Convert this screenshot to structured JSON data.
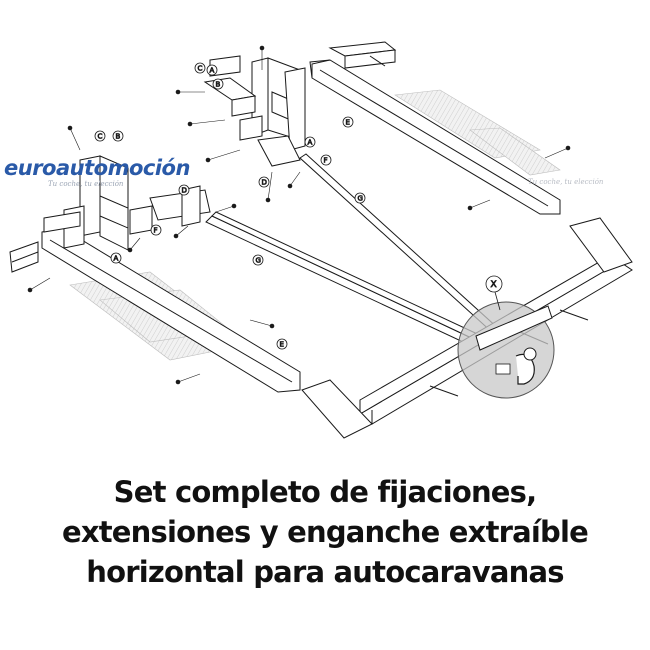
{
  "logo": {
    "brand": "euroautomoción",
    "tagline": "Tu coche, tu elección"
  },
  "watermark": "Tu coche, tu elección",
  "caption": {
    "line1": "Set completo de fijaciones,",
    "line2": "extensiones y enganche extraíble",
    "line3": "horizontal para autocaravanas"
  },
  "part_labels": {
    "A1": "A",
    "A2": "A",
    "A3": "A",
    "B1": "B",
    "B2": "B",
    "C1": "C",
    "C2": "C",
    "D1": "D",
    "D2": "D",
    "E1": "E",
    "E2": "E",
    "F1": "F",
    "F2": "F",
    "G1": "G",
    "G2": "G",
    "X": "X"
  },
  "colors": {
    "line": "#1a1a1a",
    "hatch_fill": "#e6e6e6",
    "detail_circle": "#c8c8c8",
    "logo_blue": "#2a5aa8"
  }
}
